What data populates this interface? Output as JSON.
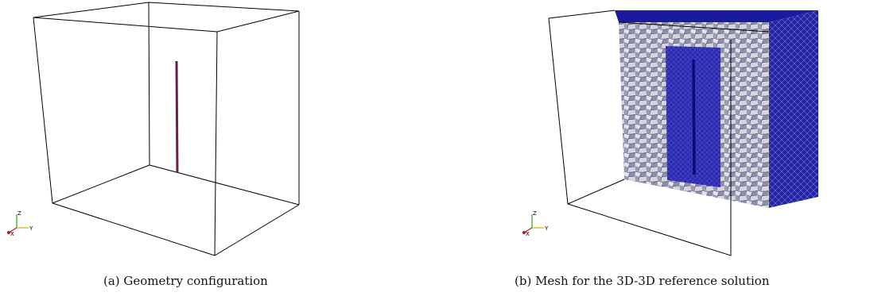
{
  "figure": {
    "panels": [
      {
        "caption": "(a) Geometry configuration",
        "axes_triad": {
          "x_label": "X",
          "y_label": "Y",
          "z_label": "Z"
        }
      },
      {
        "caption": "(b) Mesh for the 3D-3D reference solution",
        "axes_triad": {
          "x_label": "X",
          "y_label": "Y",
          "z_label": "Z"
        }
      }
    ],
    "colors": {
      "line_segment": "#6b1f4a",
      "mesh_blue": "#1a1aa0",
      "mesh_grey": "#c8c8d2",
      "box_edges": "#000000"
    }
  }
}
